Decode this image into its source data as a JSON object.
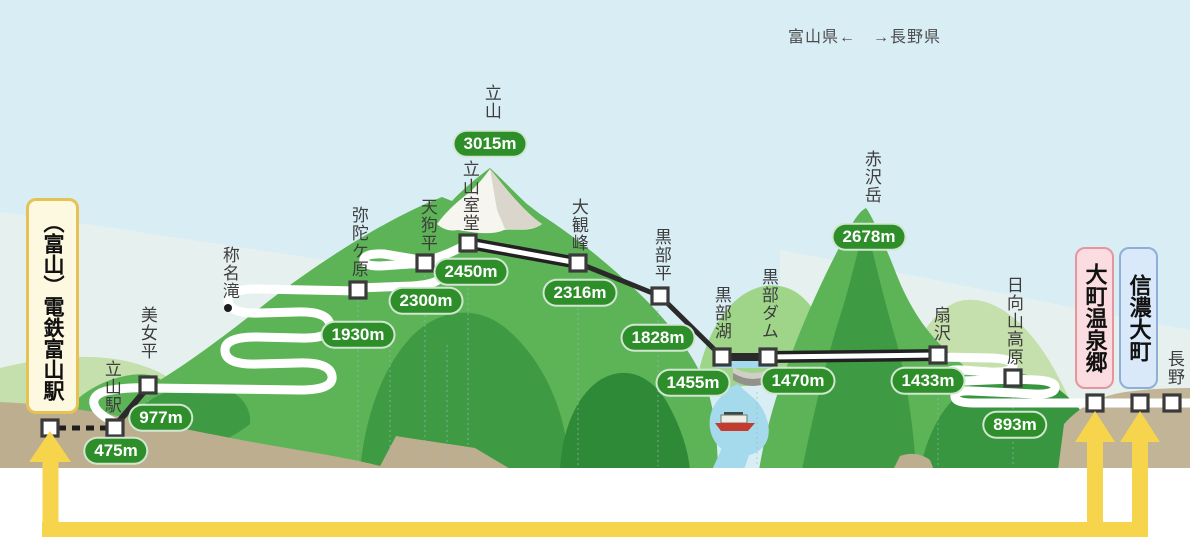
{
  "region_note": "富山県←　→長野県",
  "terminals": {
    "tetsudo_toyama": "（富山）電鉄富山駅",
    "omachi_onsen": "大町温泉郷",
    "shinano_omachi": "信濃大町"
  },
  "stations": [
    {
      "name": "立山駅",
      "elevation": "475m"
    },
    {
      "name": "美女平",
      "elevation": "977m"
    },
    {
      "name": "弥陀ケ原",
      "elevation": "1930m"
    },
    {
      "name": "天狗平",
      "elevation": "2300m"
    },
    {
      "name": "立山室堂",
      "elevation": "2450m"
    },
    {
      "name": "大観峰",
      "elevation": "2316m"
    },
    {
      "name": "黒部平",
      "elevation": "1828m"
    },
    {
      "name": "黒部湖",
      "elevation": "1455m"
    },
    {
      "name": "黒部ダム",
      "elevation": "1470m"
    },
    {
      "name": "扇沢",
      "elevation": "1433m"
    },
    {
      "name": "日向山高原",
      "elevation": "893m"
    },
    {
      "name": "長野"
    }
  ],
  "peaks": [
    {
      "name": "立山",
      "elevation": "3015m"
    },
    {
      "name": "赤沢岳",
      "elevation": "2678m"
    },
    {
      "name": "称名滝"
    }
  ],
  "colors": {
    "sky": "#d9edf4",
    "haze": "#e6f1ef",
    "mountain_mid_green": "#5db457",
    "mountain_dark_green": "#3f9a44",
    "mountain_light_green": "#c5e0ad",
    "valley_brown": "#bdae8f",
    "right_tan": "#c2b496",
    "lake_blue": "#a5d9ec",
    "badge_green": "#2e8e2a",
    "route_yellow": "#f6d44b",
    "road_white": "#ffffff",
    "rail_black": "#222222"
  }
}
